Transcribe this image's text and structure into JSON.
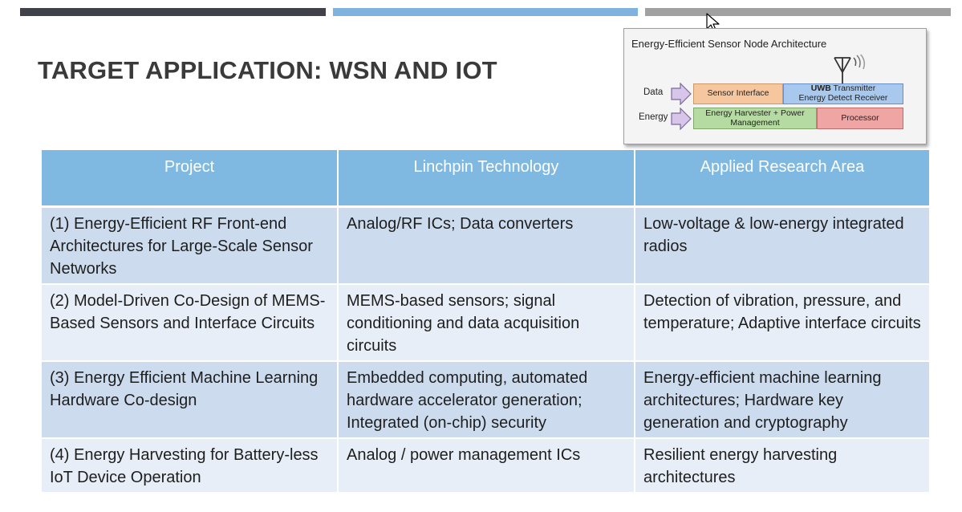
{
  "slide": {
    "title": "TARGET APPLICATION: WSN AND IOT",
    "accent_colors": [
      "#3f4349",
      "#7fb3de",
      "#a1a1a1"
    ]
  },
  "diagram": {
    "title": "Energy-Efficient Sensor Node Architecture",
    "data_label": "Data",
    "energy_label": "Energy",
    "sensor_interface": "Sensor Interface",
    "uwb_bold": "UWB",
    "uwb_rest": "Transmitter",
    "energy_detect": "Energy Detect Receiver",
    "harvester_line1": "Energy Harvester + Power",
    "harvester_line2": "Management",
    "processor": "Processor",
    "icons": [
      "antenna-icon",
      "arrow-right-icon"
    ]
  },
  "table": {
    "headers": [
      "Project",
      "Linchpin Technology",
      "Applied Research Area"
    ],
    "rows": [
      {
        "project": "(1) Energy-Efficient RF Front-end Architectures for Large-Scale Sensor Networks",
        "technology": "Analog/RF ICs; Data converters",
        "area": "Low-voltage & low-energy integrated radios"
      },
      {
        "project": "(2) Model-Driven Co-Design of MEMS-Based Sensors and Interface Circuits",
        "technology": "MEMS-based sensors; signal conditioning and data acquisition circuits",
        "area": "Detection of vibration, pressure, and temperature; Adaptive interface circuits"
      },
      {
        "project": "(3) Energy Efficient Machine Learning Hardware Co-design",
        "technology": "Embedded computing, automated hardware accelerator generation; Integrated (on-chip) security",
        "area": "Energy-efficient machine learning architectures; Hardware key generation and cryptography"
      },
      {
        "project": "(4) Energy Harvesting for Battery-less IoT Device Operation",
        "technology": "Analog / power management ICs",
        "area": "Resilient energy harvesting architectures"
      }
    ]
  }
}
